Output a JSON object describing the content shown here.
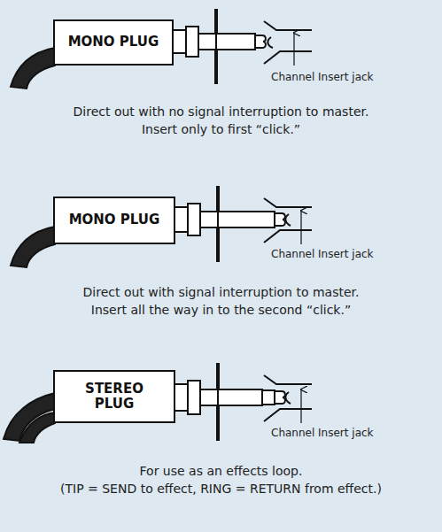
{
  "diagram": {
    "nodes": [
      {
        "text": [
          "MONO PLUG"
        ]
      },
      {
        "text": [
          "MONO PLUG"
        ]
      },
      {
        "text": [
          "STEREO PLUG"
        ]
      }
    ],
    "labels": [
      "Channel Insert jack",
      "Direct out with no signal interruption to master.",
      "Insert only to first “click.”",
      "Channel Insert jack",
      "Direct out with signal interruption to master.",
      "Insert all the way in to the second “click.”",
      "Channel Insert jack",
      "For use as an effects loop.",
      "(TIP = SEND to effect, RING = RETURN from effect.)"
    ]
  }
}
